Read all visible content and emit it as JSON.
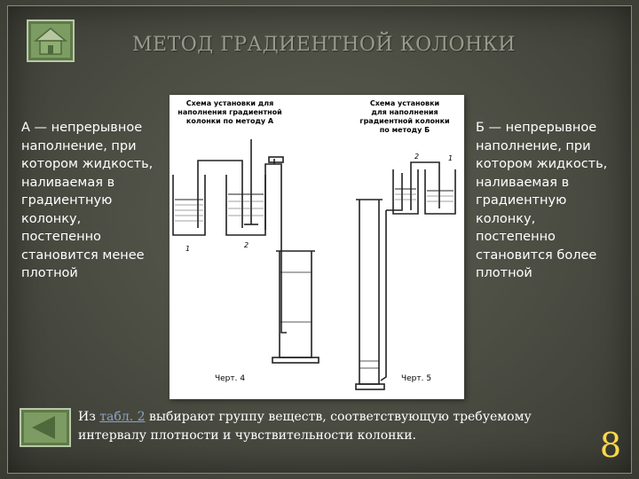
{
  "title": "МЕТОД ГРАДИЕНТНОЙ КОЛОНКИ",
  "left_text": "А — непрерывное наполнение, при котором жидкость, наливаемая в градиентную колонку, постепенно становится менее плотной",
  "right_text": "Б — непрерывное наполнение, при котором жидкость, наливаемая в градиентную колонку, постепенно становится более плотной",
  "diagram": {
    "caption_a": [
      "Схема установки для",
      "наполнения градиентной",
      "колонки по методу А"
    ],
    "caption_b": [
      "Схема установки",
      "для наполнения",
      "градиентной колонки",
      "по методу Б"
    ],
    "label_1a": "1",
    "label_2a": "2",
    "label_1b": "1",
    "label_2b": "2",
    "fig_a": "Черт. 4",
    "fig_b": "Черт. 5"
  },
  "bottom": {
    "prefix": "Из ",
    "link": "табл. 2",
    "suffix": " выбирают группу веществ, соответствующую требуемому интервалу плотности и чувствительности колонки."
  },
  "page_number": "8",
  "icons": {
    "home": "home-icon",
    "back": "back-arrow-icon"
  },
  "colors": {
    "button": "#7d9c63",
    "page_number": "#ffd84a",
    "link": "#8fa4c4"
  }
}
